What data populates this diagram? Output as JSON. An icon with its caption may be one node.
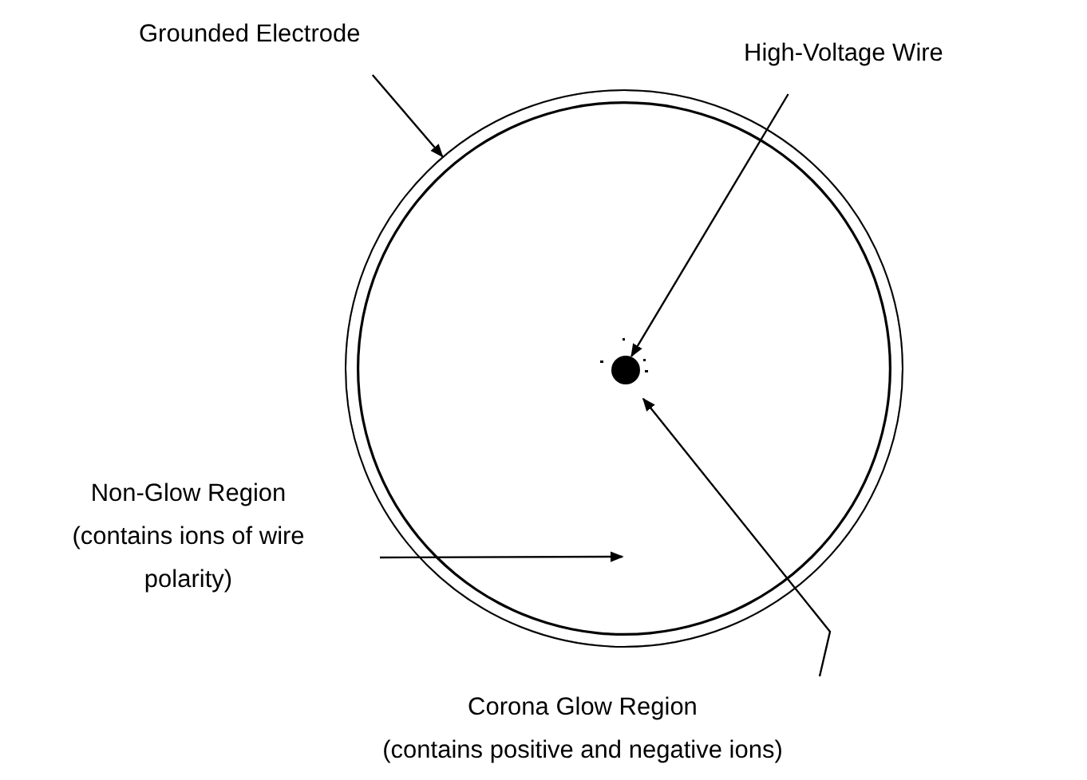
{
  "diagram": {
    "nodes": [
      {
        "text": [
          "Grounded Electrode"
        ]
      },
      {
        "text": [
          "High-Voltage Wire"
        ]
      },
      {
        "text": [
          "Non-Glow Region",
          "(contains ions of wire polarity)"
        ]
      },
      {
        "text": [
          "Corona Glow Region",
          "(contains positive and negative ions)"
        ]
      },
      {
        "text": [],
        "shape": "circle"
      },
      {
        "text": [],
        "shape": "circle",
        "in": 4
      }
    ],
    "edges": [
      {
        "from": 0,
        "to": 4,
        "arrow": "to"
      },
      {
        "from": 1,
        "to": 5,
        "arrow": "to"
      },
      {
        "from": 2,
        "to": 4,
        "arrow": "to"
      },
      {
        "from": 3,
        "to": 5,
        "arrow": "to"
      }
    ]
  }
}
